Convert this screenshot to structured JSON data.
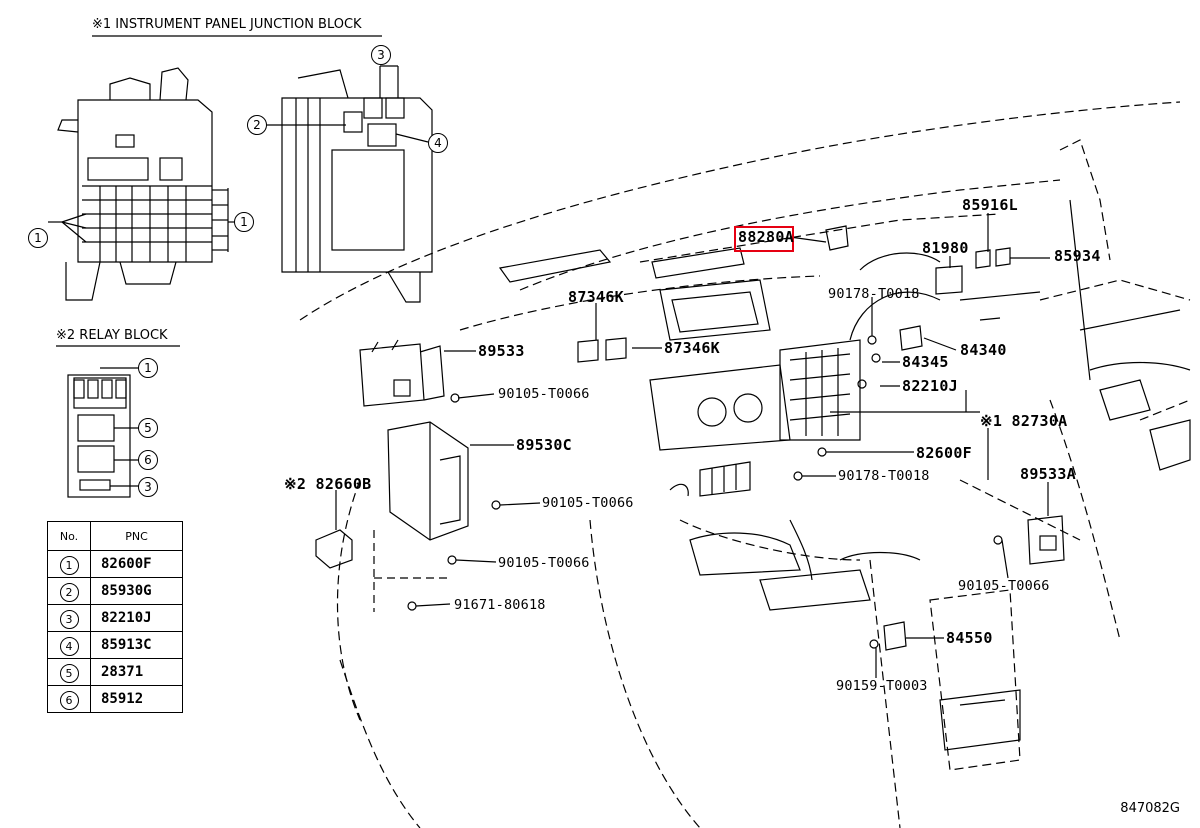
{
  "headers": {
    "junction_block": "※1 INSTRUMENT PANEL JUNCTION BLOCK",
    "relay_block": "※2 RELAY BLOCK"
  },
  "table": {
    "col_no": "No.",
    "col_pnc": "PNC",
    "rows": [
      {
        "no": "1",
        "pnc": "82600F"
      },
      {
        "no": "2",
        "pnc": "85930G"
      },
      {
        "no": "3",
        "pnc": "82210J"
      },
      {
        "no": "4",
        "pnc": "85913C"
      },
      {
        "no": "5",
        "pnc": "28371"
      },
      {
        "no": "6",
        "pnc": "85912"
      }
    ]
  },
  "callouts": {
    "jb_left": "1",
    "jb_right": "1",
    "jb2": "2",
    "jb3": "3",
    "jb4": "4",
    "rb1": "1",
    "rb5": "5",
    "rb6": "6",
    "rb3": "3"
  },
  "parts": {
    "p88280A": "88280A",
    "p85916L": "85916L",
    "p81980": "81980",
    "p85934": "85934",
    "p87346K_top": "87346K",
    "p87346K_mid": "87346K",
    "p90178_top": "90178-T0018",
    "p89533": "89533",
    "p84345": "84345",
    "p84340": "84340",
    "p90105_a": "90105-T0066",
    "p82210J": "82210J",
    "p82730A": "※1 82730A",
    "p89530C": "89530C",
    "p82600F": "82600F",
    "p90178_bot": "90178-T0018",
    "p82660B": "※2 82660B",
    "p89533A": "89533A",
    "p90105_b": "90105-T0066",
    "p90105_c": "90105-T0066",
    "p90105_d": "90105-T0066",
    "p91671": "91671-80618",
    "p84550": "84550",
    "p90159": "90159-T0003"
  },
  "highlight_color": "#e60012",
  "figure_id": "847082G"
}
